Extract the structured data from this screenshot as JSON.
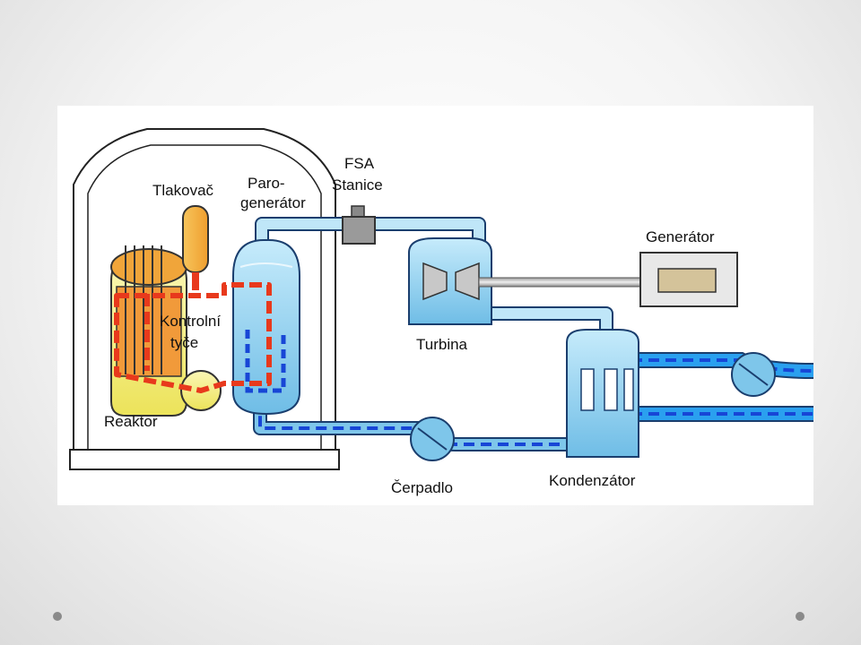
{
  "diagram": {
    "labels": {
      "tlakovac": "Tlakovač",
      "parogenerator_1": "Paro-",
      "parogenerator_2": "generátor",
      "fsa_1": "FSA",
      "fsa_2": "Stanice",
      "generator": "Generátor",
      "kontrolni_1": "Kontrolní",
      "kontrolni_2": "tyče",
      "turbina": "Turbina",
      "reaktor": "Reaktor",
      "cerpadlo": "Čerpadlo",
      "kondenzator": "Kondenzátor"
    },
    "colors": {
      "primary_loop": "#e8391c",
      "secondary_loop": "#1746d6",
      "pipe_water": "#7ec6ea",
      "pipe_outline": "#1a3e6e",
      "reactor_yellow": "#f4ee78",
      "pressurizer_orange": "#f5b84a"
    }
  }
}
